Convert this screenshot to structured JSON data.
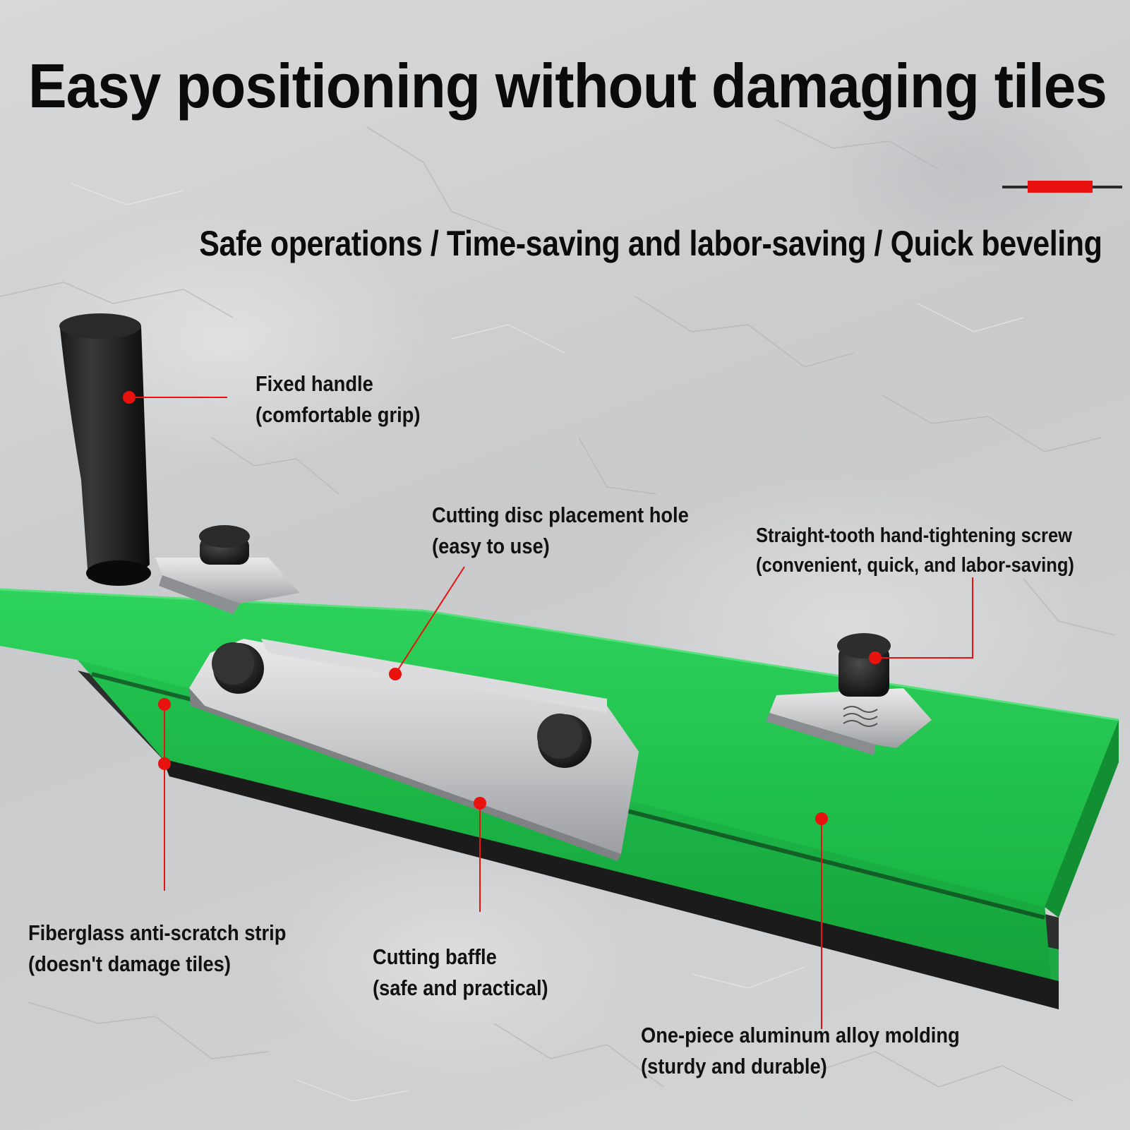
{
  "headline": "Easy positioning without damaging tiles",
  "subline": "Safe operations / Time-saving and labor-saving / Quick beveling",
  "colors": {
    "accent_red": "#e8120f",
    "tool_green": "#1fbf4a",
    "text": "#111111"
  },
  "callouts": {
    "handle": {
      "title": "Fixed handle",
      "detail": "(comfortable grip)"
    },
    "disc_hole": {
      "title": "Cutting disc placement hole",
      "detail": "(easy to use)"
    },
    "screw": {
      "title": "Straight-tooth hand-tightening screw",
      "detail": "(convenient, quick, and labor-saving)"
    },
    "strip": {
      "title": "Fiberglass anti-scratch strip",
      "detail": "(doesn't damage tiles)"
    },
    "baffle": {
      "title": "Cutting baffle",
      "detail": "(safe and practical)"
    },
    "molding": {
      "title": "One-piece aluminum alloy molding",
      "detail": "(sturdy and durable)"
    }
  }
}
